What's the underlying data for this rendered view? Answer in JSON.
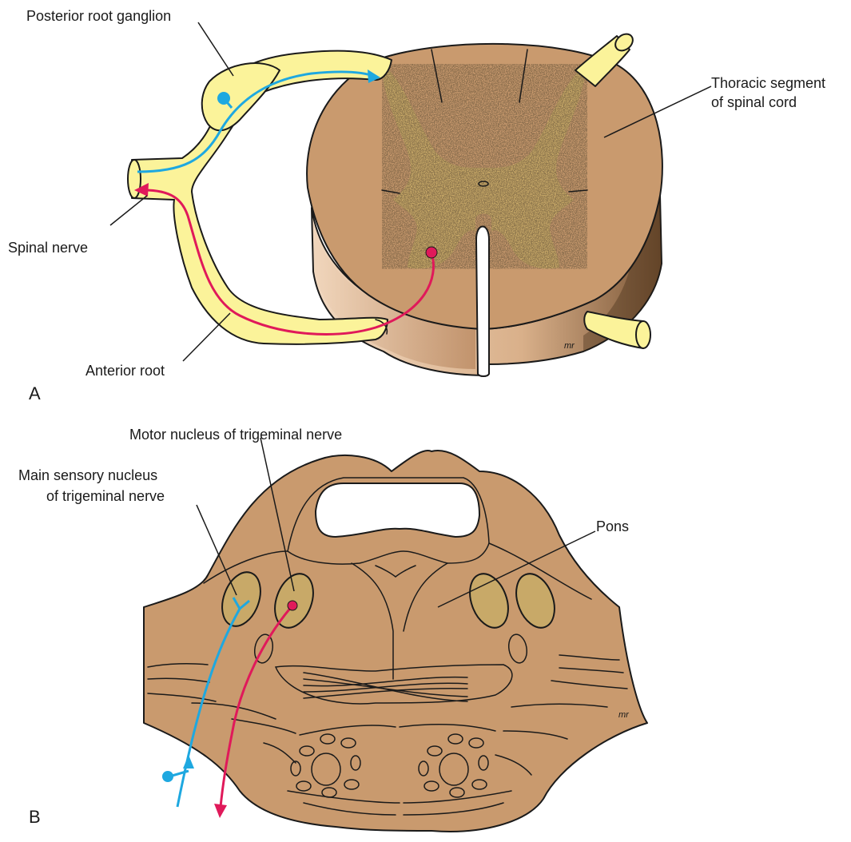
{
  "panels": [
    {
      "letter": "A",
      "labels": {
        "posterior_root_ganglion": "Posterior root ganglion",
        "spinal_nerve": "Spinal nerve",
        "anterior_root": "Anterior root",
        "thoracic_line1": "Thoracic segment",
        "thoracic_line2": "of spinal cord"
      },
      "signature": "mr"
    },
    {
      "letter": "B",
      "labels": {
        "motor_nucleus": "Motor nucleus of trigeminal nerve",
        "main_sensory_line1": "Main sensory nucleus",
        "main_sensory_line2": "of trigeminal nerve",
        "pons": "Pons"
      },
      "signature": "mr"
    }
  ],
  "colors": {
    "tissue_brown": "#c99a6e",
    "cord_side_light": "#ecd0b4",
    "gray_matter": "#c8a968",
    "nerve_yellow": "#fbf39a",
    "sensory_blue": "#1ea8e0",
    "motor_red": "#e0195a"
  }
}
